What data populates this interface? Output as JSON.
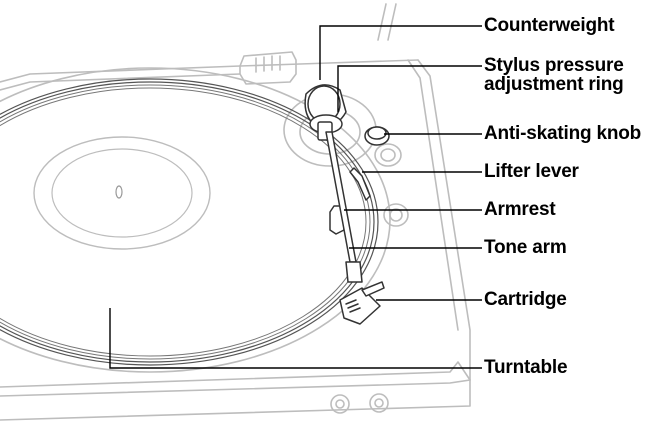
{
  "colors": {
    "outline": "#bdbdbd",
    "record_grooves": "#555555",
    "arm": "#333333",
    "leader": "#000000"
  },
  "callouts": [
    {
      "id": "counterweight",
      "label": "Counterweight"
    },
    {
      "id": "stylus-pressure-adjustment-ring",
      "label_lines": [
        "Stylus pressure",
        "adjustment ring"
      ]
    },
    {
      "id": "anti-skating-knob",
      "label": "Anti-skating knob"
    },
    {
      "id": "lifter-lever",
      "label": "Lifter lever"
    },
    {
      "id": "armrest",
      "label": "Armrest"
    },
    {
      "id": "tone-arm",
      "label": "Tone arm"
    },
    {
      "id": "cartridge",
      "label": "Cartridge"
    },
    {
      "id": "turntable",
      "label": "Turntable"
    }
  ]
}
